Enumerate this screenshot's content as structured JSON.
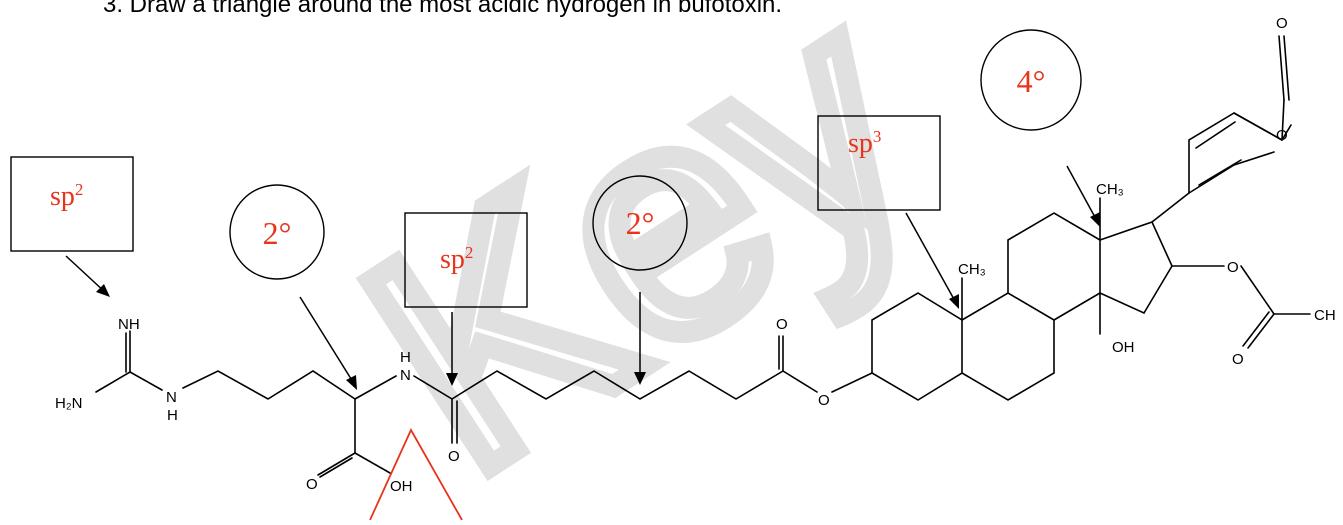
{
  "question": "3. Draw a triangle around the most acidic hydrogen in bufotoxin.",
  "watermark": "Key",
  "annotations": {
    "box_left": {
      "main": "sp",
      "sup": "2"
    },
    "circle_left": "2°",
    "box_middle": {
      "main": "sp",
      "sup": "2"
    },
    "circle_middle": "2°",
    "box_right": {
      "main": "sp",
      "sup": "3"
    },
    "circle_right": "4°"
  },
  "atoms": {
    "NH_imine": "NH",
    "H2N": "H₂N",
    "N_left": "N",
    "H_left": "H",
    "H_amide": "H",
    "N_amide": "N",
    "O_amide": "O",
    "O_acid": "O",
    "OH_acid": "OH",
    "O_ester_carbonyl": "O",
    "O_ester": "O",
    "CH3_upper": "CH₃",
    "CH3_lower": "CH₃",
    "OH_steroid": "OH",
    "O_lactone_carbonyl": "O",
    "O_ring": "O",
    "O_acetoxy": "O",
    "O_acetyl": "O",
    "CH3_acetyl": "CH"
  },
  "colors": {
    "ink": "#000000",
    "answer_red": "#e8341c",
    "watermark_gray": "#d6d6d6"
  }
}
